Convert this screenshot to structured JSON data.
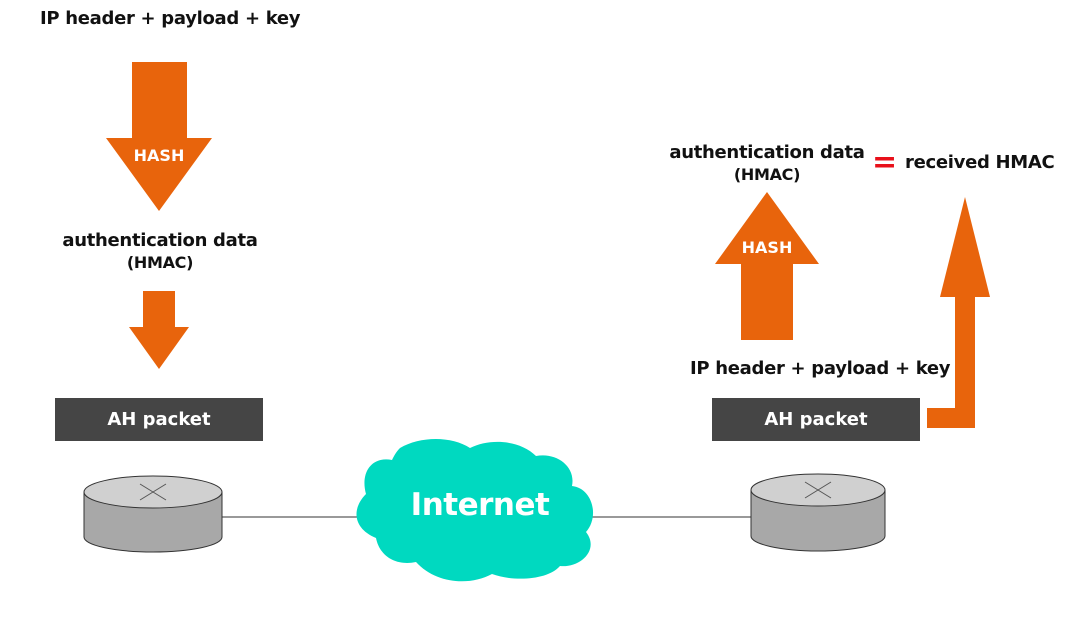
{
  "colors": {
    "arrow": "#e8640c",
    "packet": "#454545",
    "cloud": "#00d9c0",
    "router_body": "#a8a8a8",
    "router_top": "#d0d0d0",
    "equals": "#e8101a"
  },
  "sender": {
    "input_label": "IP header + payload + key",
    "hash_label": "HASH",
    "output_label_line1": "authentication data",
    "output_label_line2": "(HMAC)",
    "packet_label": "AH packet"
  },
  "network": {
    "cloud_label": "Internet"
  },
  "receiver": {
    "packet_label": "AH packet",
    "input_label": "IP header + payload + key",
    "hash_label": "HASH",
    "output_label_line1": "authentication data",
    "output_label_line2": "(HMAC)",
    "equals_symbol": "=",
    "received_label": "received HMAC"
  }
}
